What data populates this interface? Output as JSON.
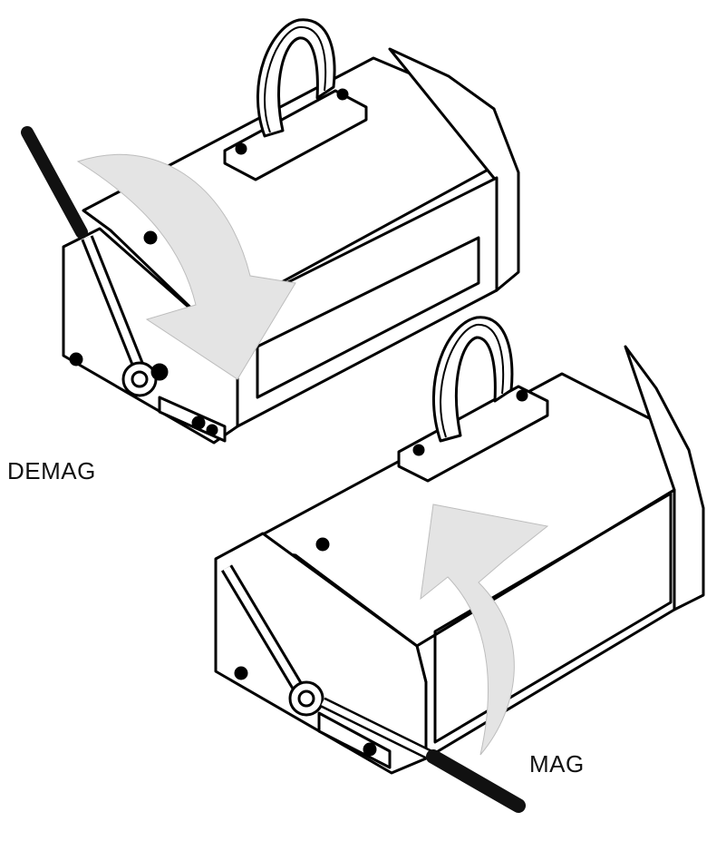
{
  "labels": {
    "demag": "DEMAG",
    "mag": "MAG"
  },
  "colors": {
    "outline": "#000000",
    "fill": "#ffffff",
    "arrow": "#e4e4e4",
    "handle": "#111111"
  },
  "magnets": [
    {
      "state": "demag",
      "handle_position": "raised",
      "arrow_direction": "clockwise-down"
    },
    {
      "state": "mag",
      "handle_position": "lowered",
      "arrow_direction": "counterclockwise-up"
    }
  ]
}
